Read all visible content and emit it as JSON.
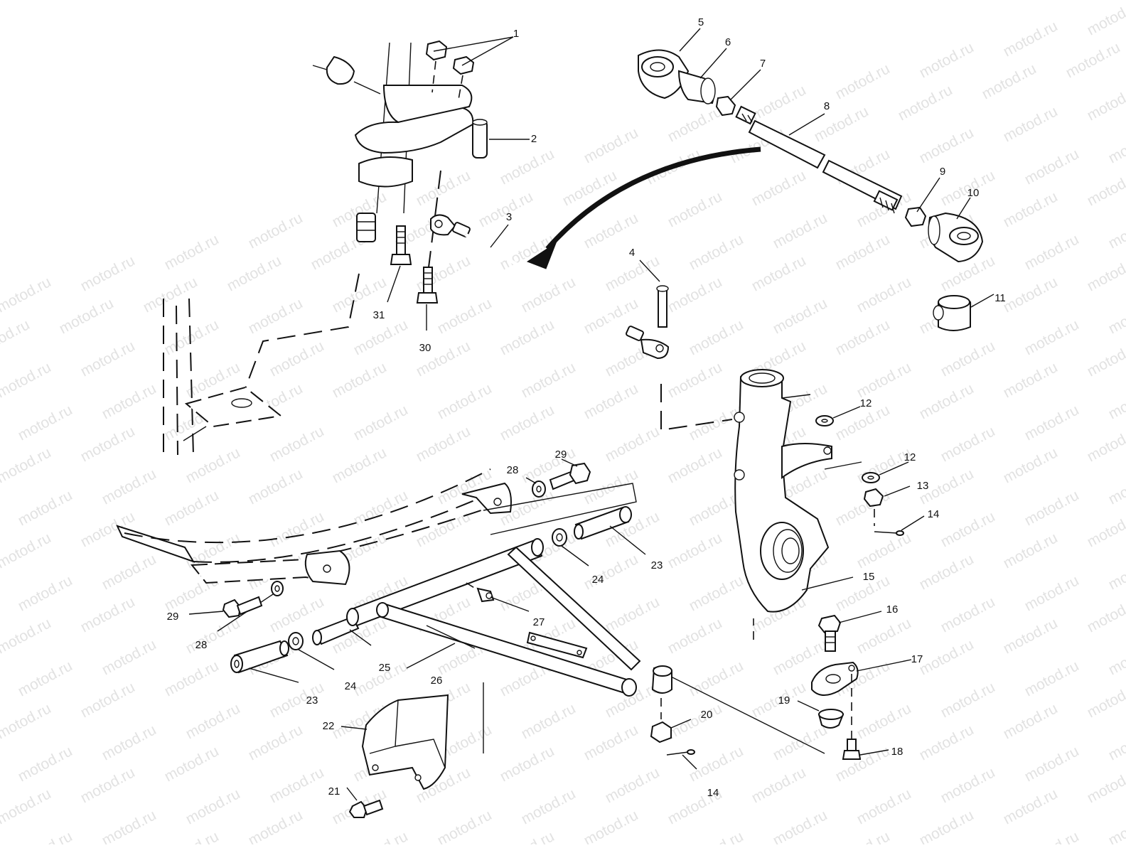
{
  "watermark": {
    "text": "motod.ru",
    "color": "#e2e2e2"
  },
  "diagram": {
    "type": "exploded parts diagram",
    "line_color": "#111111",
    "callouts": [
      "1",
      "2",
      "3",
      "4",
      "5",
      "6",
      "7",
      "8",
      "9",
      "10",
      "11",
      "12",
      "12",
      "13",
      "14",
      "14",
      "15",
      "16",
      "17",
      "18",
      "19",
      "20",
      "21",
      "22",
      "23",
      "23",
      "24",
      "24",
      "25",
      "26",
      "27",
      "28",
      "28",
      "29",
      "29",
      "30",
      "31"
    ]
  }
}
